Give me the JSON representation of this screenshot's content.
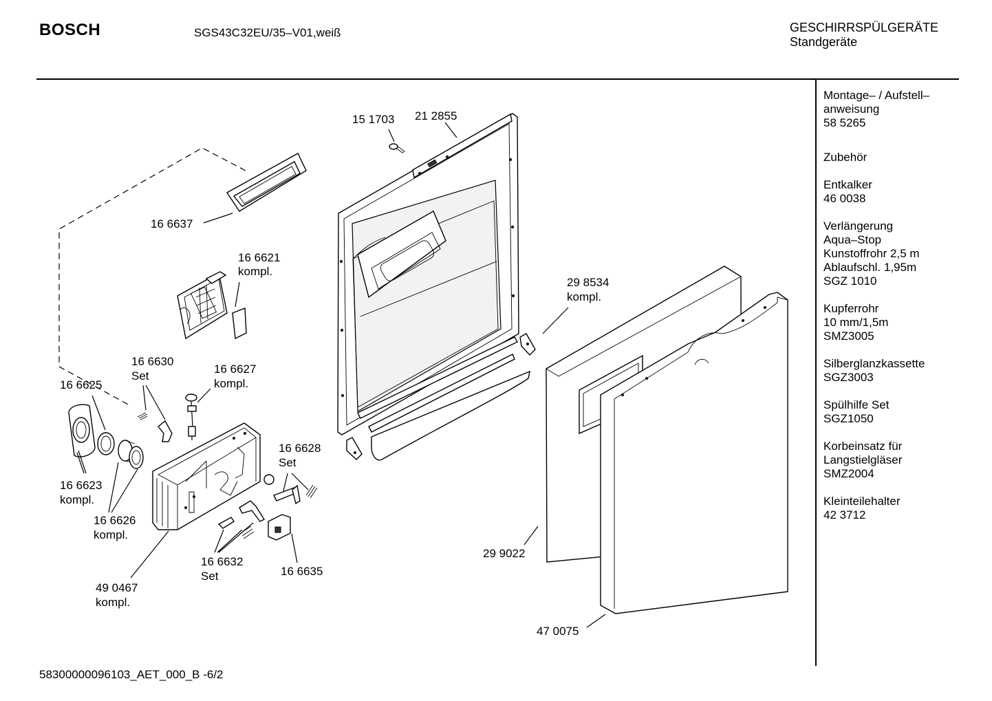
{
  "header": {
    "brand": "BOSCH",
    "model": "SGS43C32EU/35–V01,weiß",
    "category": "GESCHIRRSPÜLGERÄTE",
    "subcategory": "Standgeräte"
  },
  "footer": {
    "document_id": "58300000096103_AET_000_B -6/2"
  },
  "accessories": [
    {
      "lines": [
        "Montage– / Aufstell–",
        "anweisung",
        "58 5265"
      ]
    },
    {
      "lines": [
        "Zubehör"
      ]
    },
    {
      "lines": [
        "Entkalker",
        "46 0038"
      ]
    },
    {
      "lines": [
        "Verlängerung",
        "Aqua–Stop",
        "Kunstoffrohr 2,5 m",
        "Ablaufschl. 1,95m",
        "SGZ 1010"
      ]
    },
    {
      "lines": [
        "Kupferrohr",
        "10 mm/1,5m",
        "SMZ3005"
      ]
    },
    {
      "lines": [
        "Silberglanzkassette",
        "SGZ3003"
      ]
    },
    {
      "lines": [
        "Spülhilfe Set",
        "SGZ1050"
      ]
    },
    {
      "lines": [
        "Korbeinsatz für",
        "Langstielgläser",
        "SMZ2004"
      ]
    },
    {
      "lines": [
        "Kleinteilehalter",
        "42 3712"
      ]
    }
  ],
  "parts": {
    "p151703": "15 1703",
    "p212855": "21 2855",
    "p166637": "16 6637",
    "p166621": "16 6621",
    "p166621_note": "kompl.",
    "p298534": "29 8534",
    "p298534_note": "kompl.",
    "p166630": "16 6630",
    "p166630_note": "Set",
    "p166627": "16 6627",
    "p166627_note": "kompl.",
    "p166625": "16 6625",
    "p166623": "16 6623",
    "p166623_note": "kompl.",
    "p166626": "16 6626",
    "p166626_note": "kompl.",
    "p166628": "16 6628",
    "p166628_note": "Set",
    "p166632": "16 6632",
    "p166632_note": "Set",
    "p166635": "16 6635",
    "p490467": "49 0467",
    "p490467_note": "kompl.",
    "p299022": "29 9022",
    "p470075": "47 0075"
  }
}
